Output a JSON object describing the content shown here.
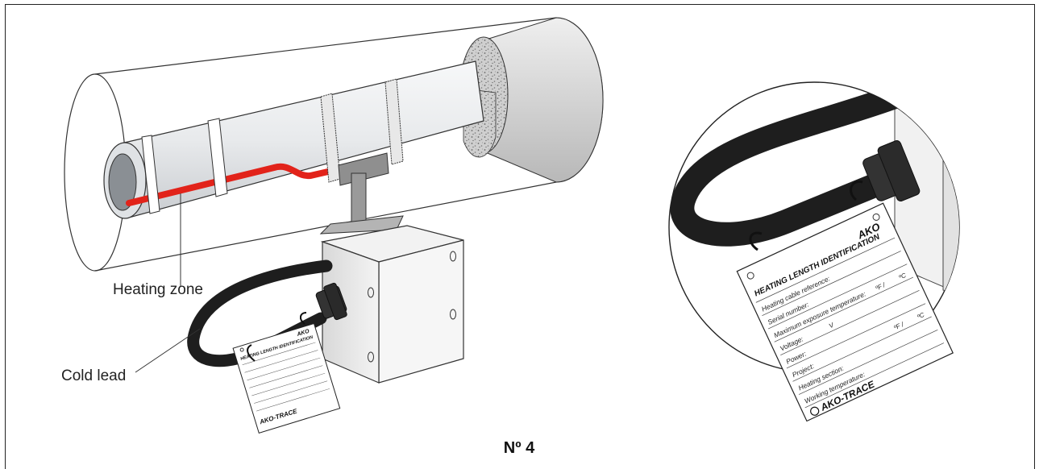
{
  "labels": {
    "heating_zone": "Heating zone",
    "cold_lead": "Cold lead",
    "figure_number": "Nº 4"
  },
  "tag": {
    "title": "HEATING LENGTH IDENTIFICATION",
    "fields": [
      "Heating cable reference:",
      "Serial number:",
      "Maximum exposure temperature:",
      "Voltage:",
      "Power:",
      "Project:",
      "Heating section:",
      "Working temperature:"
    ],
    "unit_f": "ºF /",
    "unit_c": "ºC",
    "unit_v": "V",
    "brand": "AKO-TRACE",
    "logo": "AKO"
  },
  "colors": {
    "heating_cable": "#e2231a",
    "pipe": "#e9ebed",
    "cable": "#1e1e1e",
    "insulation": "#d4d4d4"
  }
}
